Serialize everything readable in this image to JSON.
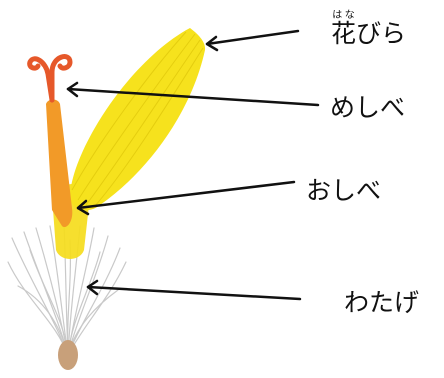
{
  "colors": {
    "petal": "#f6e21d",
    "petal_vein": "#e0c90c",
    "pistil": "#f29a28",
    "stigma": "#e6582a",
    "stamen": "#f5dc1c",
    "pappus": "#c9c9c9",
    "seed": "#c8a07a",
    "line": "#111111"
  },
  "labels": {
    "petal": {
      "text": "花びら",
      "ruby_base": "花",
      "ruby_text": "はな",
      "rest": "びら"
    },
    "pistil": {
      "text": "めしべ"
    },
    "stamen": {
      "text": "おしべ"
    },
    "pappus": {
      "text": "わたげ"
    }
  }
}
